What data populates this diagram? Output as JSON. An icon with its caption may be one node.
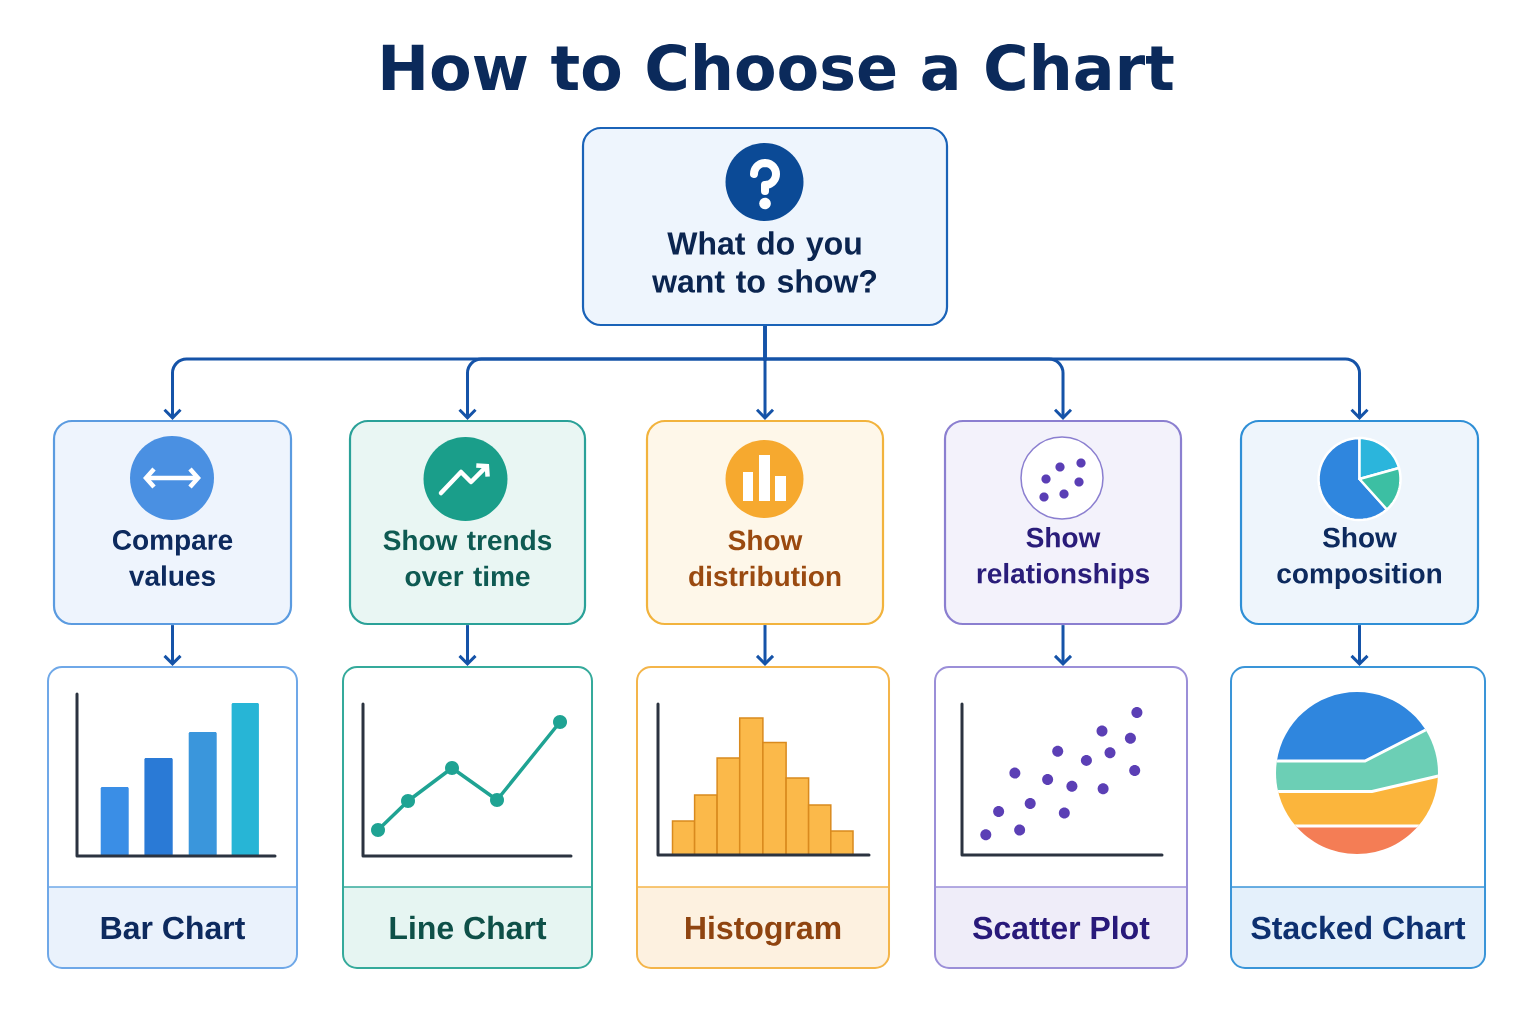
{
  "diagram": {
    "title": "How to Choose a Chart",
    "nodes": [
      {
        "text": [
          "What do you want to show?"
        ]
      },
      {
        "text": [
          "Compare values"
        ]
      },
      {
        "text": [
          "Show trends over time"
        ]
      },
      {
        "text": [
          "Show distribution"
        ]
      },
      {
        "text": [
          "Show relationships"
        ]
      },
      {
        "text": [
          "Show composition"
        ]
      },
      {
        "text": [
          "Bar Chart"
        ]
      },
      {
        "text": [
          "Line Chart"
        ]
      },
      {
        "text": [
          "Histogram"
        ]
      },
      {
        "text": [
          "Scatter Plot"
        ]
      },
      {
        "text": [
          "Stacked Chart"
        ]
      }
    ],
    "edges": [
      {
        "from": 0,
        "to": 1,
        "arrow": "to"
      },
      {
        "from": 0,
        "to": 2,
        "arrow": "to"
      },
      {
        "from": 0,
        "to": 3,
        "arrow": "to"
      },
      {
        "from": 0,
        "to": 4,
        "arrow": "to"
      },
      {
        "from": 0,
        "to": 5,
        "arrow": "to"
      },
      {
        "from": 1,
        "to": 6,
        "arrow": "to"
      },
      {
        "from": 2,
        "to": 7,
        "arrow": "to"
      },
      {
        "from": 3,
        "to": 8,
        "arrow": "to"
      },
      {
        "from": 4,
        "to": 9,
        "arrow": "to"
      },
      {
        "from": 5,
        "to": 10,
        "arrow": "to"
      }
    ]
  }
}
